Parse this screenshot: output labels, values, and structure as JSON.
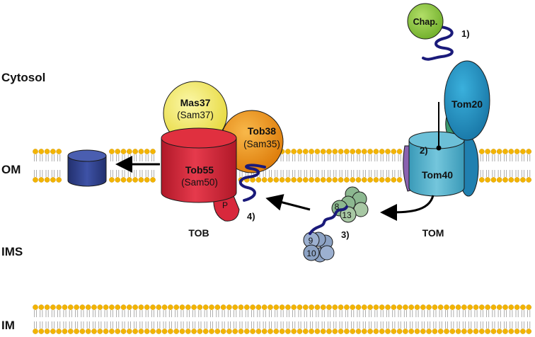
{
  "regions": {
    "cytosol": "Cytosol",
    "om": "OM",
    "ims": "IMS",
    "im": "IM"
  },
  "complexes": {
    "tob": "TOB",
    "tom": "TOM"
  },
  "proteins": {
    "chaperone": "Chap.",
    "mas37": "Mas37",
    "sam37": "(Sam37)",
    "tob38": "Tob38",
    "sam35": "(Sam35)",
    "tob55": "Tob55",
    "sam50": "(Sam50)",
    "p_domain": "P",
    "tom20": "Tom20",
    "tom40": "Tom40"
  },
  "steps": {
    "step1": "1)",
    "step2": "2)",
    "step3": "3)",
    "step4": "4)"
  },
  "subunit_numbers": {
    "n8": "8",
    "n13": "13",
    "n9": "9",
    "n10": "10"
  },
  "colors": {
    "lipid_head": "#f3b400",
    "lipid_tail": "#9a9a9a",
    "substrate": "#1a1a7a",
    "chaperone": "#8cc63f",
    "mas37": "#f2ec5c",
    "tob38": "#f29a1a",
    "tob55": "#d8283c",
    "tom20": "#1e8fc0",
    "tom40": "#5cb6d0",
    "product_barrel": "#2e3f8c",
    "small_tim_green": "#8cb890",
    "small_tim_blue": "#8ca2c4"
  }
}
